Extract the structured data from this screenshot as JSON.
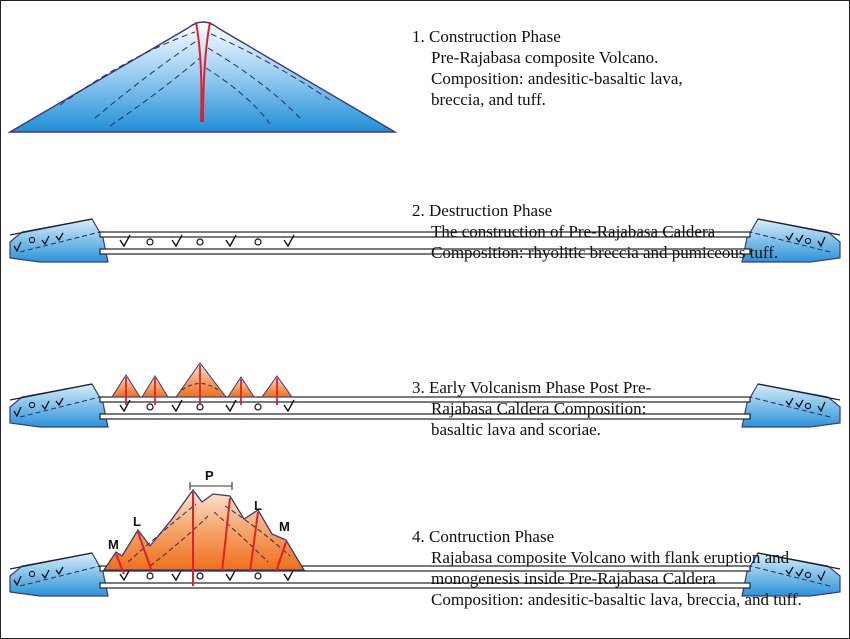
{
  "phases": [
    {
      "title": "1. Construction Phase",
      "lines": [
        "Pre-Rajabasa composite Volcano.",
        "Composition: andesitic-basaltic lava,",
        "breccia, and tuff."
      ]
    },
    {
      "title": "2. Destruction  Phase",
      "lines": [
        "The construction of Pre-Rajabasa Caldera",
        "Composition: rhyolitic breccia and pumiceous tuff."
      ]
    },
    {
      "title": "3. Early  Volcanism Phase  Post Pre-",
      "lines": [
        "Rajabasa Caldera Composition:",
        "basaltic lava and scoriae."
      ]
    },
    {
      "title": "4. Contruction Phase",
      "lines": [
        "Rajabasa composite Volcano with flank eruption and",
        "monogenesis  inside Pre-Rajabasa Caldera",
        "Composition: andesitic-basaltic lava, breccia, and tuff."
      ]
    }
  ],
  "labels": {
    "p": "P",
    "l": "L",
    "m": "M"
  },
  "colors": {
    "blue": "#1f8fd6",
    "orange": "#f07a2a",
    "red": "#e0202a",
    "outline": "#3a3a7a"
  }
}
